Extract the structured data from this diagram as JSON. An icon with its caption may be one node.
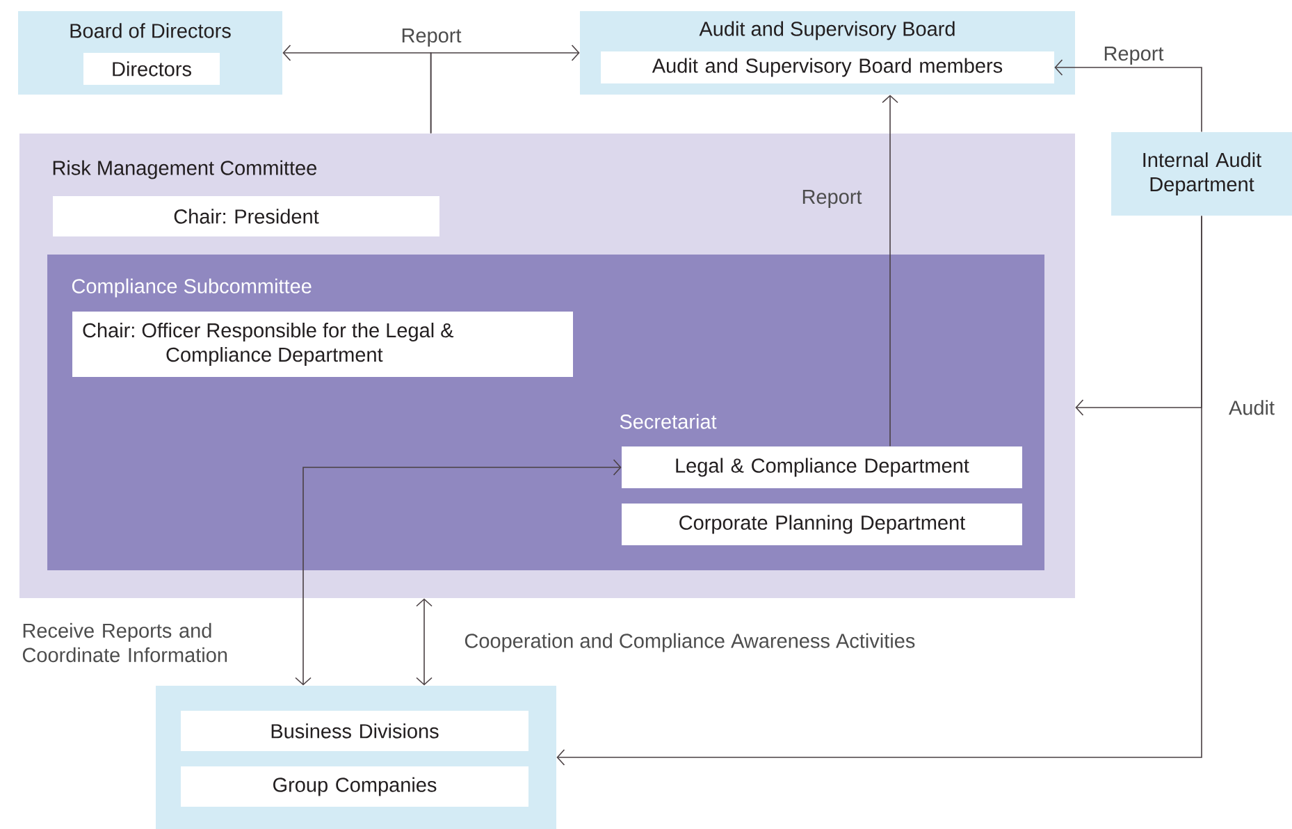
{
  "diagram": {
    "nodes": [
      {
        "text": [
          "Board of Directors"
        ]
      },
      {
        "text": [
          "Directors"
        ],
        "in": 0
      },
      {
        "text": [
          "Audit and Supervisory Board"
        ]
      },
      {
        "text": [
          "Audit and Supervisory Board members"
        ],
        "in": 2
      },
      {
        "text": [
          "Internal Audit Department"
        ]
      },
      {
        "text": [
          "Risk Management Committee"
        ]
      },
      {
        "text": [
          "Chair: President"
        ],
        "in": 5
      },
      {
        "text": [
          "Compliance Subcommittee"
        ],
        "in": 5
      },
      {
        "text": [
          "Chair: Officer Responsible for the Legal & Compliance Department"
        ],
        "in": 7
      },
      {
        "text": [
          "Legal & Compliance Department"
        ],
        "in": 7
      },
      {
        "text": [
          "Corporate Planning Department"
        ],
        "in": 7
      },
      {
        "text": [],
        "shape": "box"
      },
      {
        "text": [
          "Business Divisions"
        ],
        "in": 11
      },
      {
        "text": [
          "Group Companies"
        ],
        "in": 11
      }
    ],
    "edges": [
      {
        "from": 5,
        "to": 0,
        "arrow": "to",
        "label": "Report"
      },
      {
        "from": 5,
        "to": 2,
        "arrow": "to"
      },
      {
        "from": 4,
        "to": 3,
        "arrow": "to",
        "label": "Report"
      },
      {
        "from": 9,
        "to": 2,
        "arrow": "to",
        "label": "Report"
      },
      {
        "from": 4,
        "to": 5,
        "arrow": "to",
        "label": "Audit"
      },
      {
        "from": 4,
        "to": 11,
        "arrow": "to"
      },
      {
        "from": 11,
        "to": 9,
        "arrow": "both",
        "label": "Receive Reports and Coordinate Information"
      },
      {
        "from": 5,
        "to": 11,
        "arrow": "both",
        "label": "Cooperation and Compliance Awareness Activities"
      }
    ],
    "labels": [
      "Secretariat"
    ]
  }
}
